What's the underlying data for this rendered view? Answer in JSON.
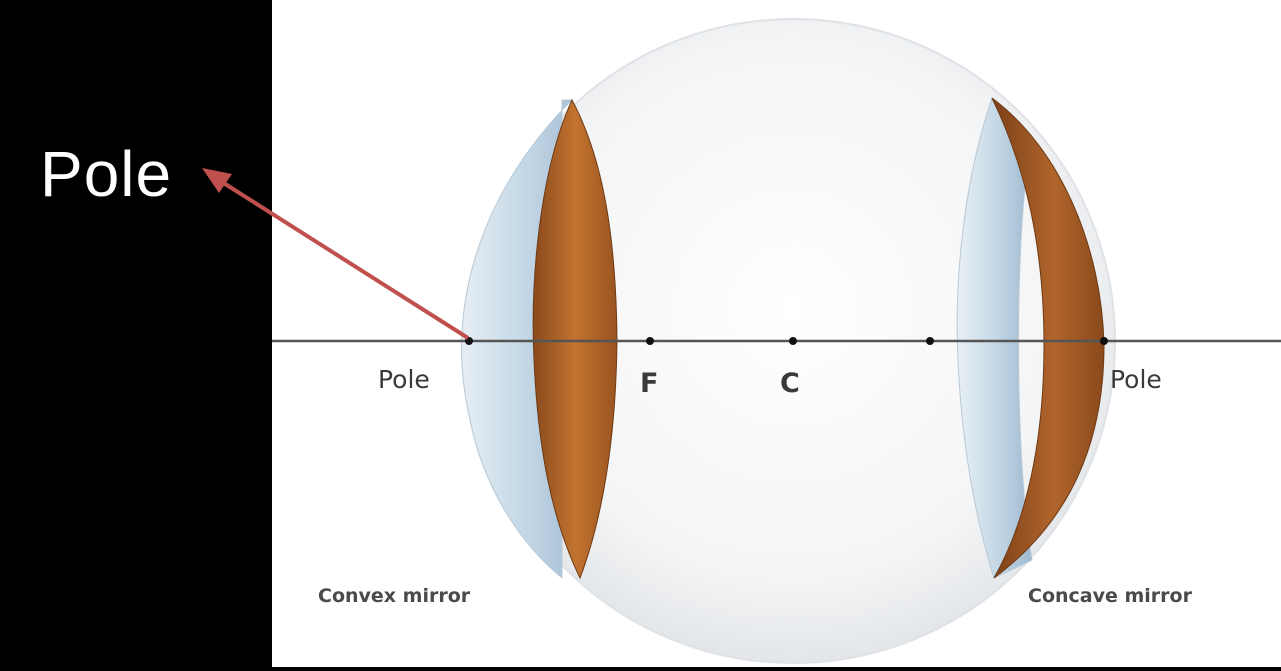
{
  "callout": {
    "label": "Pole"
  },
  "diagram": {
    "labels": {
      "pole_left": "Pole",
      "focus": "F",
      "center": "C",
      "pole_right": "Pole",
      "convex": "Convex mirror",
      "concave": "Concave mirror"
    }
  },
  "colors": {
    "background": "#000000",
    "figure_bg": "#ffffff",
    "sphere": "#eef0f2",
    "mirror_glass": "#c9dbe8",
    "mirror_back": "#b5662a",
    "arrow": "#c0504d",
    "axis": "#555555"
  }
}
